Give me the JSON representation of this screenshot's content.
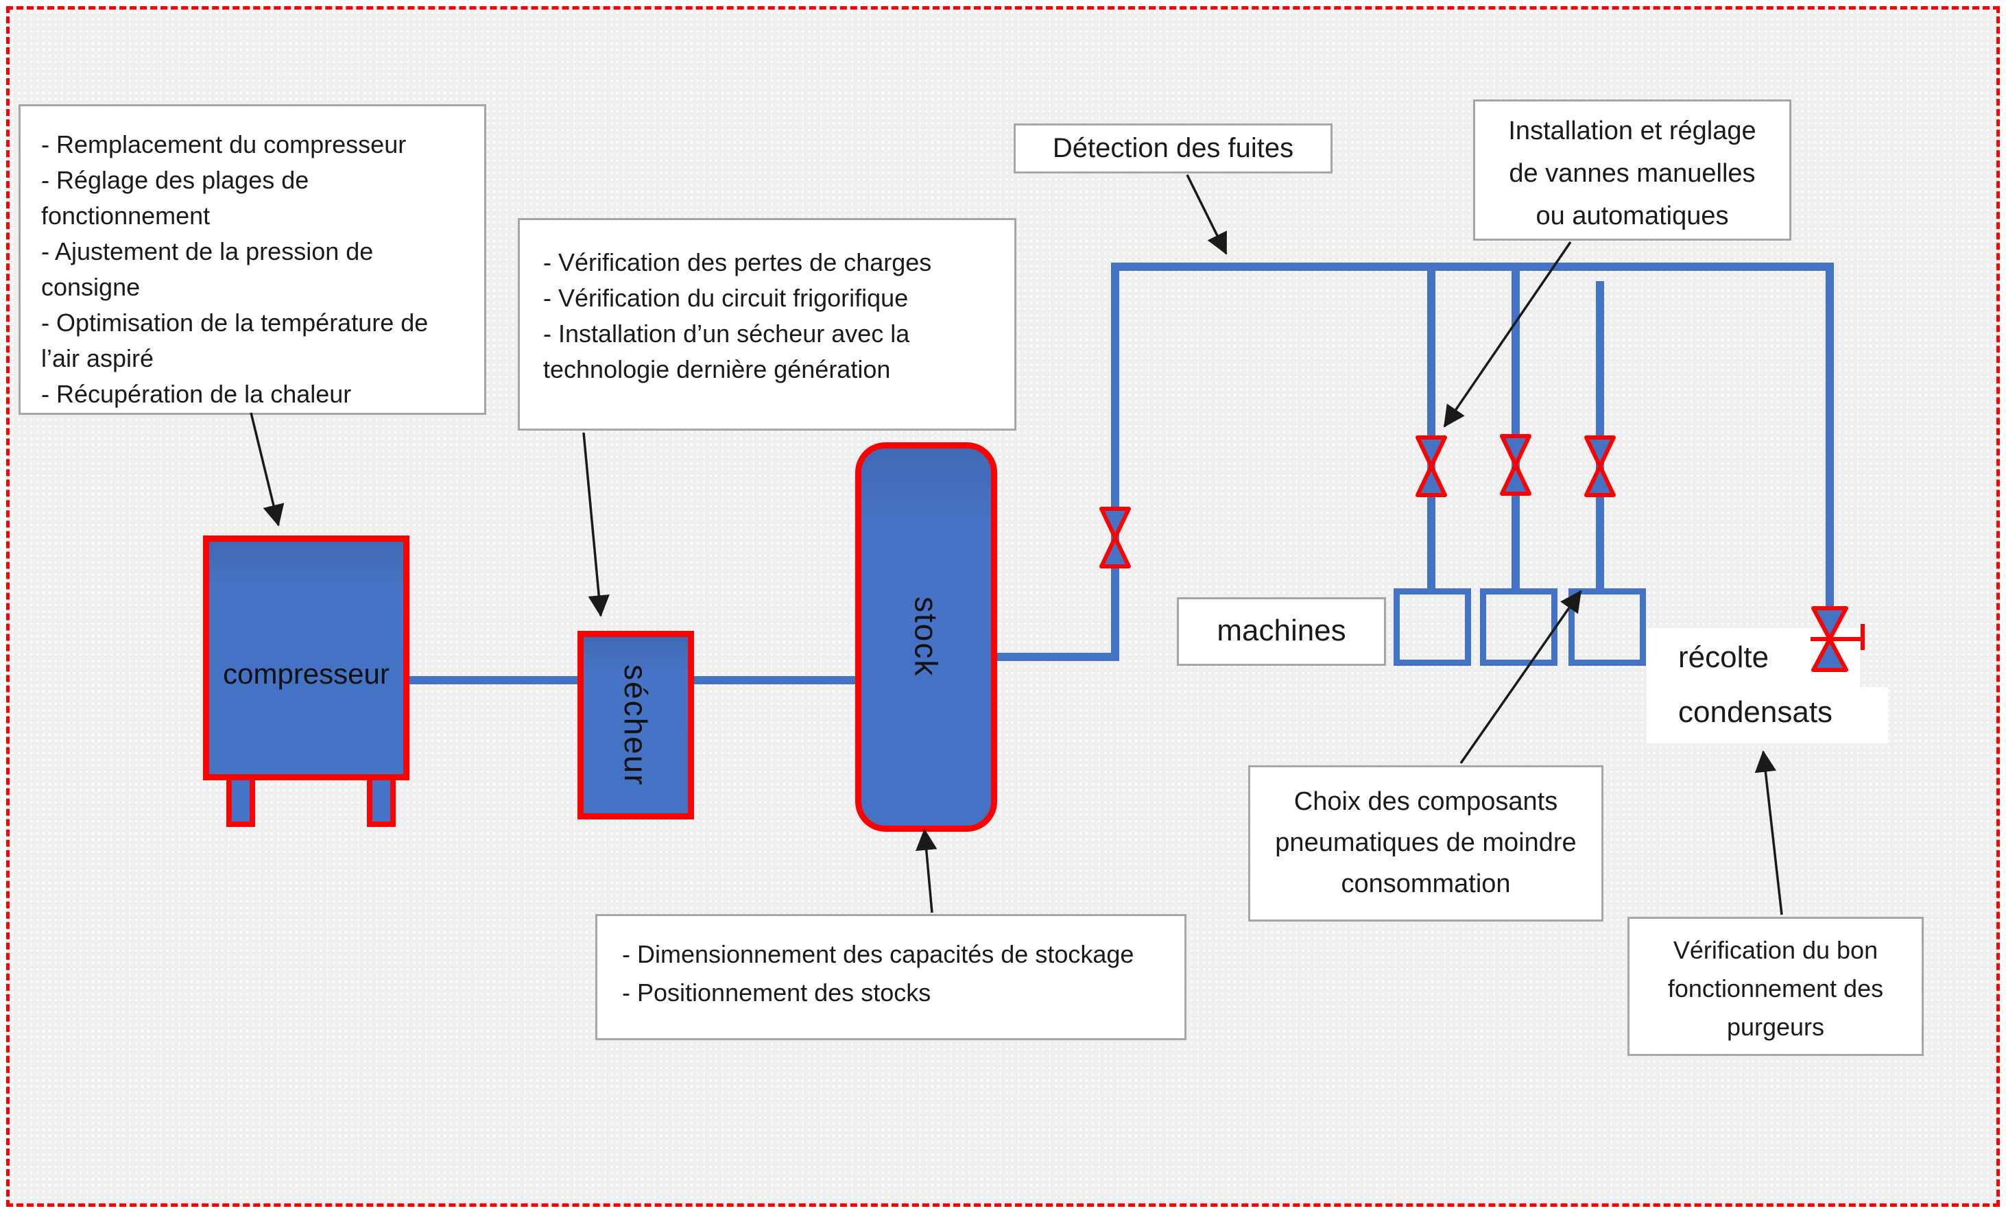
{
  "palette": {
    "background": "#EFEFEF",
    "page_border_red": "#FF0000",
    "pipe_blue": "#4472C4",
    "shape_fill_blue": "#4472C4",
    "shape_border_red": "#FF0000",
    "box_border_gray": "#A6A6A6",
    "text_color": "#1A1A1A",
    "arrow_color": "#1A1A1A"
  },
  "equipment": {
    "compressor": "compresseur",
    "dryer": "sécheur",
    "storage": "stock",
    "machines": "machines",
    "condensate_collection": {
      "line1": "récolte",
      "line2": "condensats"
    }
  },
  "annotations": {
    "compressor_advice": [
      "- Remplacement du compresseur",
      "- Réglage des plages de",
      "fonctionnement",
      "- Ajustement de la pression de",
      "consigne",
      "- Optimisation de la température de",
      "l’air aspiré",
      "- Récupération de la chaleur"
    ],
    "dryer_advice": [
      "- Vérification des pertes de charges",
      "- Vérification du circuit frigorifique",
      "- Installation d’un sécheur avec la",
      "technologie dernière génération"
    ],
    "leak_detection": "Détection des fuites",
    "valve_installation": [
      "Installation et réglage",
      "de vannes manuelles",
      "ou automatiques"
    ],
    "pneumatic_components": [
      "Choix des composants",
      "pneumatiques de moindre",
      "consommation"
    ],
    "storage_advice": [
      "- Dimensionnement des capacités de stockage",
      "- Positionnement des stocks"
    ],
    "purge_check": [
      "Vérification du bon",
      "fonctionnement des",
      "purgeurs"
    ]
  },
  "icons": {
    "valve": "bowtie-valve-icon",
    "arrow": "arrow-connector"
  }
}
